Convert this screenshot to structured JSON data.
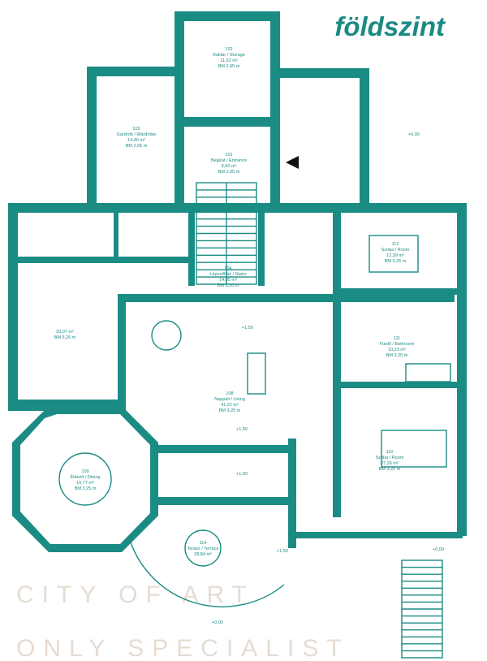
{
  "title": "földszint",
  "watermark": {
    "line1": "CITY OF ART",
    "line2": "ONLY SPECIALIST"
  },
  "rooms": [
    {
      "number": "102",
      "name": "Raktár / Storage",
      "area": "11,52 m²",
      "height": "BM 2,65 m"
    },
    {
      "number": "103",
      "name": "Gardrób / Wardrobe",
      "area": "14,40 m²",
      "height": "BM 2,65 m"
    },
    {
      "number": "101",
      "name": "Bejárat / Entrance",
      "area": "9,60 m²",
      "height": "BM 2,65 m"
    },
    {
      "number": "104",
      "name": "Lépcsőház / Stairs",
      "area": "14,95 m²",
      "height": "BM 3,20 m"
    },
    {
      "number": "112",
      "name": "Szoba / Room",
      "area": "12,39 m²",
      "height": "BM 3,25 m"
    },
    {
      "number": "111",
      "name": "Fürdő / Bathroom",
      "area": "10,23 m²",
      "height": "BM 3,25 m"
    },
    {
      "number": "110",
      "name": "Szoba / Room",
      "area": "27,26 m²",
      "height": "BM 3,25 m"
    },
    {
      "number": "108",
      "name": "Nappali / Living",
      "area": "41,22 m²",
      "height": "BM 3,25 m"
    },
    {
      "number": "109",
      "name": "Étkező / Dining",
      "area": "16,77 m²",
      "height": "BM 3,25 m"
    },
    {
      "number": "114",
      "name": "Terasz / Terrace",
      "area": "28,84 m²",
      "height": ""
    },
    {
      "number": "",
      "name": "",
      "area": "20,07 m²",
      "height": "BM 3,25 m"
    }
  ],
  "levels": [
    "+0,00",
    "+1,50",
    "+1,50",
    "+1,50",
    "+1,50",
    "+0,00",
    "+0,00"
  ],
  "colors": {
    "wall": "#1b8c84",
    "title": "#1a8a82"
  }
}
